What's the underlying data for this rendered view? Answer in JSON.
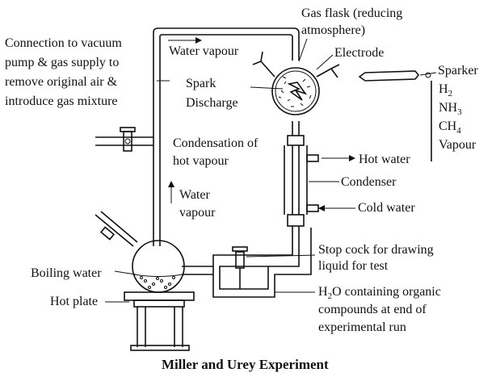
{
  "labels": {
    "gas_flask_1": "Gas flask (reducing",
    "gas_flask_2": "atmosphere)",
    "vacuum_1": "Connection to vacuum",
    "vacuum_2": "pump & gas supply to",
    "vacuum_3": "remove original air &",
    "vacuum_4": "introduce gas mixture",
    "water_vapour_top": "Water vapour",
    "electrode": "Electrode",
    "sparker": "Sparker",
    "h2": "H",
    "h2_sub": "2",
    "nh3": "NH",
    "nh3_sub": "3",
    "ch4": "CH",
    "ch4_sub": "4",
    "vapour": "Vapour",
    "spark_1": "Spark",
    "spark_2": "Discharge",
    "cond_1": "Condensation of",
    "cond_2": "hot vapour",
    "hot_water": "Hot water",
    "condenser": "Condenser",
    "water_up_1": "Water",
    "water_up_2": "vapour",
    "cold_water": "Cold water",
    "stopcock_1": "Stop cock for drawing",
    "stopcock_2": "liquid for test",
    "boiling_water": "Boiling water",
    "h2o_1a": "H",
    "h2o_1sub": "2",
    "h2o_1b": "O containing organic",
    "h2o_2": "compounds at end of",
    "h2o_3": "experimental run",
    "hot_plate": "Hot plate"
  },
  "caption": "Miller and Urey Experiment"
}
